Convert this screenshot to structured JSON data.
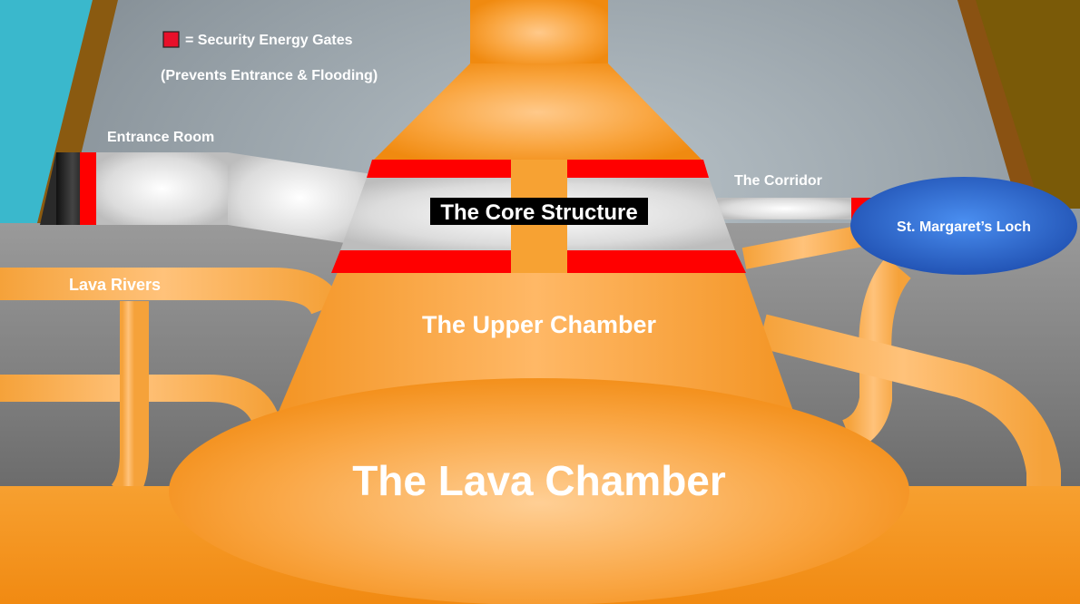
{
  "legend": {
    "swatch_label": "= Security Energy Gates",
    "note": "(Prevents Entrance & Flooding)"
  },
  "labels": {
    "entrance_room": "Entrance Room",
    "core_structure": "The Core Structure",
    "corridor": "The Corridor",
    "loch": "St. Margaret’s Loch",
    "lava_rivers": "Lava Rivers",
    "upper_chamber": "The Upper Chamber",
    "lava_chamber": "The Lava Chamber"
  },
  "colors": {
    "gate_red": "#ff0000",
    "lava_orange": "#f7a233",
    "loch_blue": "#2563c8",
    "sky_cyan": "#3ab8cc",
    "rock_grey": "#7f8a92",
    "brown_edge": "#8a5a10"
  }
}
